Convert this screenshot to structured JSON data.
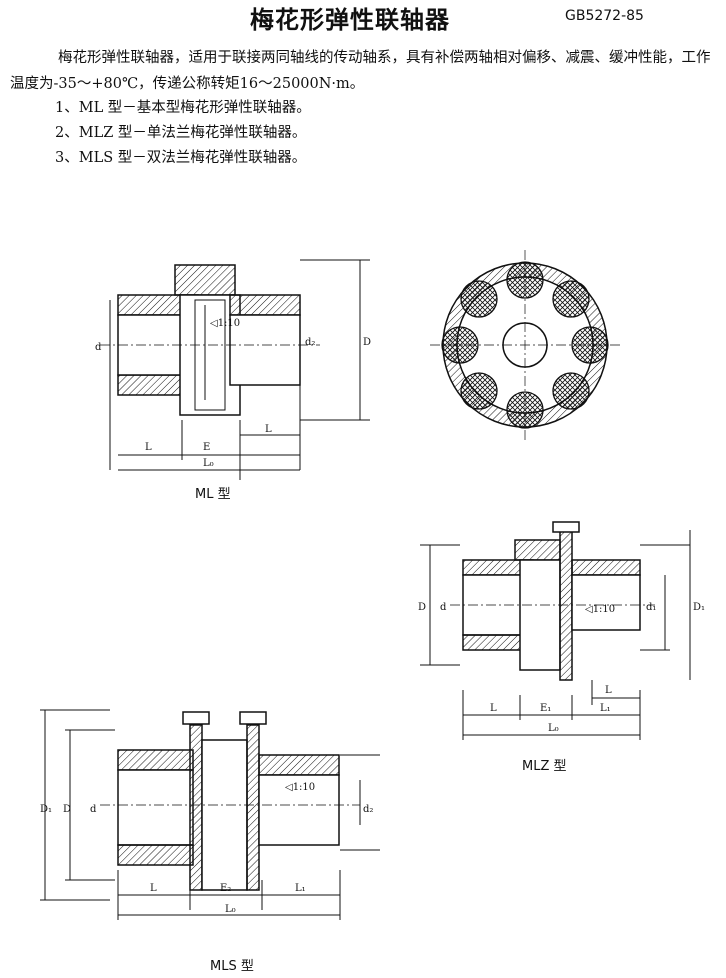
{
  "header": {
    "title": "梅花形弹性联轴器",
    "standard": "GB5272-85"
  },
  "intro": "梅花形弹性联轴器，适用于联接两同轴线的传动轴系，具有补偿两轴相对偏移、减震、缓冲性能，工作温度为-35～+80℃，传递公称转矩16～25000N·m。",
  "types": [
    "1、ML 型－基本型梅花形弹性联轴器。",
    "2、MLZ 型－单法兰梅花弹性联轴器。",
    "3、MLS 型－双法兰梅花弹性联轴器。"
  ],
  "figures": {
    "ml": {
      "caption": "ML 型",
      "taper": "◁1:10",
      "d": "d",
      "d2": "d₂",
      "D": "D",
      "L_left": "L",
      "E": "E",
      "L_right": "L",
      "L0": "L₀"
    },
    "mlz": {
      "caption": "MLZ 型",
      "taper": "◁1:10",
      "D": "D",
      "d": "d",
      "d1": "d₁",
      "D1": "D₁",
      "L": "L",
      "L_top": "L",
      "E1": "E₁",
      "L1": "L₁",
      "L0": "L₀"
    },
    "mls": {
      "caption": "MLS 型",
      "taper": "◁1:10",
      "D1": "D₁",
      "D": "D",
      "d": "d",
      "d2": "d₂",
      "L": "L",
      "E2": "E₂",
      "L1": "L₁",
      "L0": "L₀"
    }
  }
}
